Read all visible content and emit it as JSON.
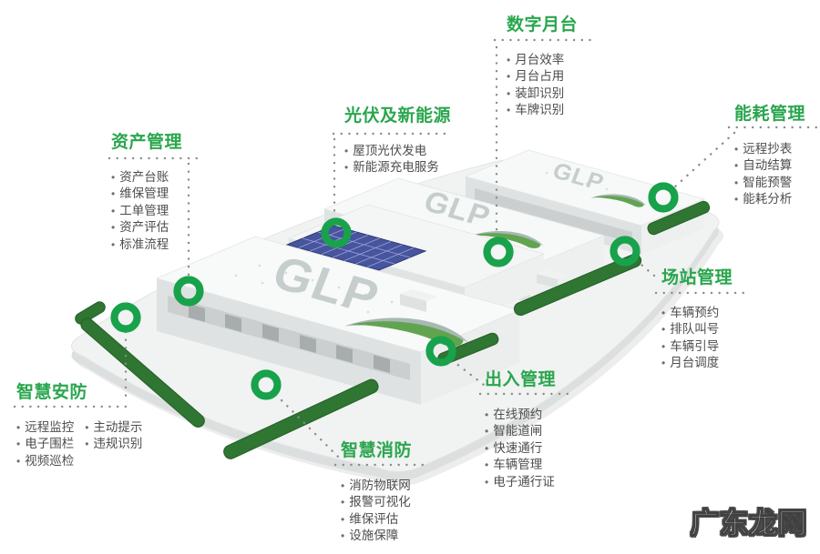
{
  "watermark": {
    "text": "广东龙网"
  },
  "illustration": {
    "logo_text": "GLP"
  },
  "colors": {
    "accent_green": "#2aa64e",
    "ring_green": "#18a24b",
    "hedge_green": "#2e7632",
    "solar_blue": "#47549e",
    "item_text": "#4d4d4d",
    "dot_gray": "#8b8b8b"
  },
  "groups": [
    {
      "id": "dock",
      "title": "数字月台",
      "items": [
        "月台效率",
        "月台占用",
        "装卸识别",
        "车牌识别"
      ]
    },
    {
      "id": "solar",
      "title": "光伏及新能源",
      "items": [
        "屋顶光伏发电",
        "新能源充电服务"
      ]
    },
    {
      "id": "asset",
      "title": "资产管理",
      "items": [
        "资产台账",
        "维保管理",
        "工单管理",
        "资产评估",
        "标准流程"
      ]
    },
    {
      "id": "energy",
      "title": "能耗管理",
      "items": [
        "远程抄表",
        "自动结算",
        "智能预警",
        "能耗分析"
      ]
    },
    {
      "id": "yard",
      "title": "场站管理",
      "items": [
        "车辆预约",
        "排队叫号",
        "车辆引导",
        "月台调度"
      ]
    },
    {
      "id": "security",
      "title": "智慧安防",
      "items_col1": [
        "远程监控",
        "电子围栏",
        "视频巡检"
      ],
      "items_col2": [
        "主动提示",
        "违规识别"
      ]
    },
    {
      "id": "access",
      "title": "出入管理",
      "items": [
        "在线预约",
        "智能道闸",
        "快速通行",
        "车辆管理",
        "电子通行证"
      ]
    },
    {
      "id": "fire",
      "title": "智慧消防",
      "items": [
        "消防物联网",
        "报警可视化",
        "维保评估",
        "设施保障"
      ]
    }
  ]
}
